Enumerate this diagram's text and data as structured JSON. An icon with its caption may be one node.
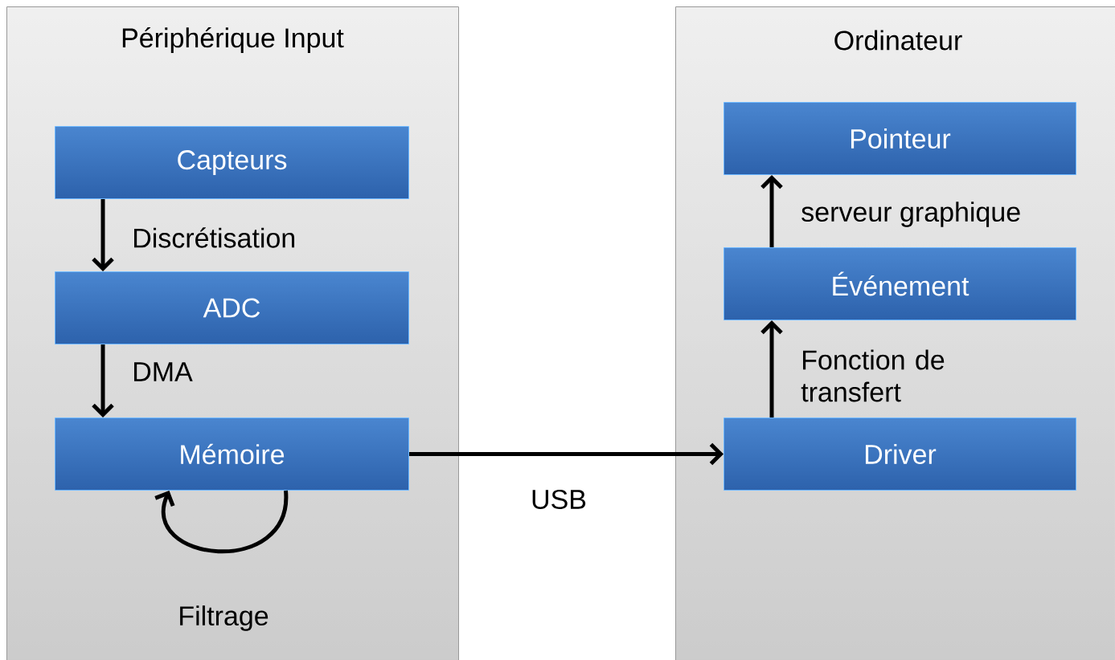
{
  "diagram": {
    "nodes": [
      {
        "text": [
          "Périphérique Input"
        ]
      },
      {
        "text": [
          "Capteurs"
        ],
        "in": 0
      },
      {
        "text": [
          "ADC"
        ],
        "in": 0
      },
      {
        "text": [
          "Mémoire"
        ],
        "in": 0
      },
      {
        "text": [
          "Ordinateur"
        ]
      },
      {
        "text": [
          "Pointeur"
        ],
        "in": 4
      },
      {
        "text": [
          "Événement"
        ],
        "in": 4
      },
      {
        "text": [
          "Driver"
        ],
        "in": 4
      }
    ],
    "edges": [
      {
        "from": 1,
        "to": 2,
        "arrow": "to",
        "label": "Discrétisation"
      },
      {
        "from": 2,
        "to": 3,
        "arrow": "to",
        "label": "DMA"
      },
      {
        "from": 3,
        "to": 3,
        "arrow": "to",
        "label": "Filtrage"
      },
      {
        "from": 3,
        "to": 7,
        "arrow": "to",
        "label": "USB"
      },
      {
        "from": 7,
        "to": 6,
        "arrow": "to",
        "label": "Fonction de transfert"
      },
      {
        "from": 6,
        "to": 5,
        "arrow": "to",
        "label": "serveur graphique"
      }
    ]
  }
}
